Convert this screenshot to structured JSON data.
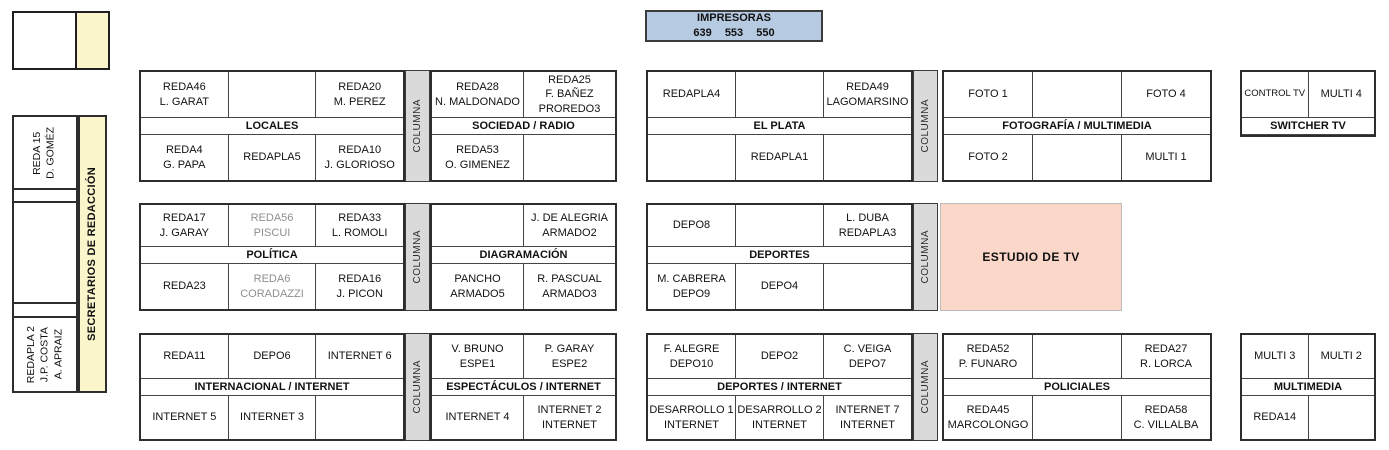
{
  "labels": {
    "columna": "COLUMNA"
  },
  "impresoras": {
    "title": "IMPRESORAS",
    "numbers": "639 553 550"
  },
  "left_panel": {
    "strip_label": "SECRETARIOS DE REDACCIÓN",
    "boxes": [
      {
        "label": "REDA 15\nD. GOMÉZ"
      },
      {
        "label": ""
      },
      {
        "label": ""
      },
      {
        "label": ""
      },
      {
        "label": "REDAPLA 2\nJ.P. COSTA\nA. APRAIZ"
      }
    ]
  },
  "estudio": {
    "label": "ESTUDIO DE TV"
  },
  "colors": {
    "band_yellow": "#FAF5CA",
    "pillar_gray": "#DADADA",
    "studio_pink": "#FAD7C9",
    "printer_blue": "#B6CAE2"
  },
  "groups": [
    {
      "id": "locales",
      "band": "LOCALES",
      "top": [
        "REDA46\nL. GARAT",
        "",
        "REDA20\nM. PEREZ"
      ],
      "bottom": [
        "REDA4\nG. PAPA",
        "REDAPLA5",
        "REDA10\nJ. GLORIOSO"
      ]
    },
    {
      "id": "sociedad",
      "band": "SOCIEDAD / RADIO",
      "top": [
        "REDA28\nN. MALDONADO",
        "REDA25\nF. BAÑEZ\nPROREDO3"
      ],
      "bottom": [
        "REDA53\nO. GIMENEZ",
        ""
      ]
    },
    {
      "id": "elplata",
      "band": "EL PLATA",
      "top": [
        "REDAPLA4",
        "",
        "REDA49\nLAGOMARSINO"
      ],
      "bottom": [
        "",
        "REDAPLA1",
        ""
      ]
    },
    {
      "id": "foto",
      "band": "FOTOGRAFÍA / MULTIMEDIA",
      "top": [
        "FOTO 1",
        "",
        "FOTO 4"
      ],
      "bottom": [
        "FOTO 2",
        "",
        "MULTI 1"
      ]
    },
    {
      "id": "switcher",
      "band": "SWITCHER TV",
      "top": [
        {
          "text": "CONTROL TV",
          "small": true
        },
        "MULTI 4"
      ],
      "bottom": null
    },
    {
      "id": "politica",
      "band": "POLÍTICA",
      "top": [
        "REDA17\nJ. GARAY",
        {
          "text": "REDA56\nPISCUI",
          "muted": true
        },
        "REDA33\nL. ROMOLI"
      ],
      "bottom": [
        "REDA23",
        {
          "text": "REDA6\nCORADAZZI",
          "muted": true
        },
        "REDA16\nJ. PICON"
      ]
    },
    {
      "id": "diagramacion",
      "band": "DIAGRAMACIÓN",
      "top": [
        "",
        "J. DE ALEGRIA\nARMADO2"
      ],
      "bottom": [
        "PANCHO\nARMADO5",
        "R. PASCUAL\nARMADO3"
      ]
    },
    {
      "id": "deportes",
      "band": "DEPORTES",
      "top": [
        "DEPO8",
        "",
        "L. DUBA\nREDAPLA3"
      ],
      "bottom": [
        "M. CABRERA\nDEPO9",
        "DEPO4",
        ""
      ]
    },
    {
      "id": "internacional",
      "band": "INTERNACIONAL / INTERNET",
      "top": [
        "REDA11",
        "DEPO6",
        "INTERNET 6"
      ],
      "bottom": [
        "INTERNET 5",
        "INTERNET 3",
        ""
      ]
    },
    {
      "id": "espectaculos",
      "band": "ESPECTÁCULOS / INTERNET",
      "top": [
        "V. BRUNO\nESPE1",
        "P. GARAY\nESPE2"
      ],
      "bottom": [
        "INTERNET 4",
        "INTERNET 2\nINTERNET"
      ]
    },
    {
      "id": "deportes_internet",
      "band": "DEPORTES / INTERNET",
      "top": [
        "F. ALEGRE\nDEPO10",
        "DEPO2",
        "C. VEIGA\nDEPO7"
      ],
      "bottom": [
        "DESARROLLO 1\nINTERNET",
        "DESARROLLO 2\nINTERNET",
        "INTERNET 7\nINTERNET"
      ]
    },
    {
      "id": "policiales",
      "band": "POLICIALES",
      "top": [
        "REDA52\nP. FUNARO",
        "",
        "REDA27\nR. LORCA"
      ],
      "bottom": [
        "REDA45\nMARCOLONGO",
        "",
        "REDA58\nC. VILLALBA"
      ]
    },
    {
      "id": "multimedia",
      "band": "MULTIMEDIA",
      "top": [
        "MULTI 3",
        "MULTI 2"
      ],
      "bottom": [
        "REDA14",
        ""
      ]
    }
  ]
}
